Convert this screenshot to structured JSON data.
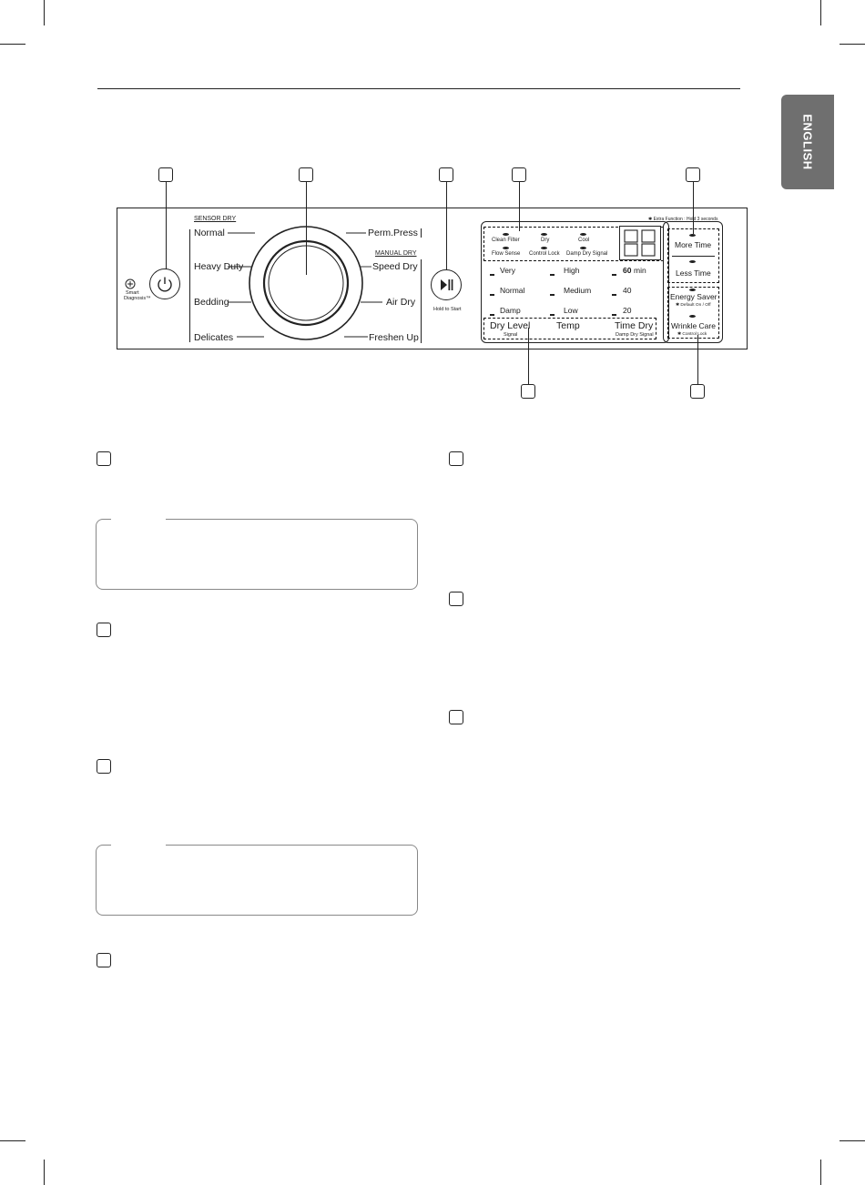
{
  "lang_tab": "ENGLISH",
  "panel": {
    "sensor_dry_label": "SENSOR DRY",
    "manual_dry_label": "MANUAL DRY",
    "left_cycles": [
      "Normal",
      "Heavy Duty",
      "Bedding",
      "Delicates"
    ],
    "right_cycles": [
      "Perm.Press",
      "Speed Dry",
      "Air Dry",
      "Freshen Up"
    ],
    "smart_diagnosis": [
      "Smart",
      "Diagnosis™"
    ],
    "hold_to_start": "Hold to Start",
    "extra_function": "✱ Extra Function : Hold 3 seconds",
    "display": {
      "indicators_top": [
        "Clean Filter",
        "Dry",
        "Cool"
      ],
      "indicators_bottom": [
        "Flow Sense",
        "Control Lock",
        "Damp Dry Signal"
      ],
      "digits": "88",
      "dry_level": [
        "Very",
        "Normal",
        "Damp"
      ],
      "temp": [
        "High",
        "Medium",
        "Low"
      ],
      "time_values": [
        "60",
        "40",
        "20"
      ],
      "time_unit": "min",
      "buttons": [
        "Dry Level",
        "Temp",
        "Time Dry"
      ],
      "dry_level_sub": "Signal",
      "time_dry_sub": "Damp Dry Signal"
    },
    "right_buttons": {
      "more_time": "More Time",
      "less_time": "Less Time",
      "energy_saver": "Energy Saver",
      "energy_saver_sub": "✱ Default On / Off",
      "wrinkle_care": "Wrinkle Care",
      "wrinkle_care_sub": "✱ Control Lock"
    }
  }
}
